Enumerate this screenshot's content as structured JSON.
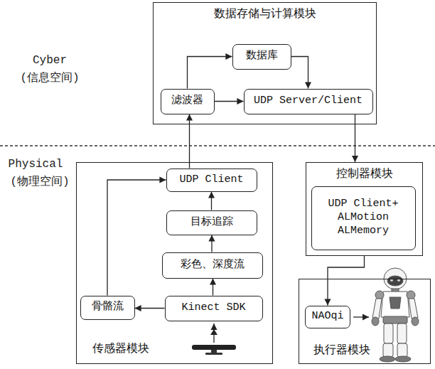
{
  "diagram": {
    "nodes": [
      {
        "text": [
          "数据存储与计算模块"
        ]
      },
      {
        "text": [
          "数据库"
        ],
        "in": 0
      },
      {
        "text": [
          "滤波器"
        ],
        "in": 0
      },
      {
        "text": [
          "UDP Server/Client"
        ],
        "in": 0
      },
      {
        "text": [
          "传感器模块"
        ]
      },
      {
        "text": [
          "UDP Client"
        ],
        "in": 4
      },
      {
        "text": [
          "目标追踪"
        ],
        "in": 4
      },
      {
        "text": [
          "彩色、深度流"
        ],
        "in": 4
      },
      {
        "text": [
          "骨骼流"
        ],
        "in": 4
      },
      {
        "text": [
          "Kinect SDK"
        ],
        "in": 4
      },
      {
        "text": [
          "控制器模块"
        ]
      },
      {
        "text": [
          "UDP Client+ ALMotion ALMemory"
        ],
        "in": 10
      },
      {
        "text": [
          "执行器模块"
        ]
      },
      {
        "text": [
          "NAOqi"
        ],
        "in": 12
      }
    ],
    "edges": [
      {
        "from": 1,
        "to": 3,
        "arrow": "to"
      },
      {
        "from": 2,
        "to": 1,
        "arrow": "to"
      },
      {
        "from": 2,
        "to": 3,
        "arrow": "to"
      },
      {
        "from": 5,
        "to": 2,
        "arrow": "to"
      },
      {
        "from": 3,
        "to": 10,
        "arrow": "to"
      },
      {
        "from": 10,
        "to": 13,
        "arrow": "to"
      },
      {
        "from": 9,
        "to": 7,
        "arrow": "to"
      },
      {
        "from": 7,
        "to": 6,
        "arrow": "to"
      },
      {
        "from": 6,
        "to": 5,
        "arrow": "to"
      },
      {
        "from": 9,
        "to": 8,
        "arrow": "to"
      },
      {
        "from": 8,
        "to": 5,
        "arrow": "to"
      }
    ],
    "labels": [
      "Cyber",
      "(信息空间)",
      "Physical",
      "(物理空间)"
    ]
  }
}
